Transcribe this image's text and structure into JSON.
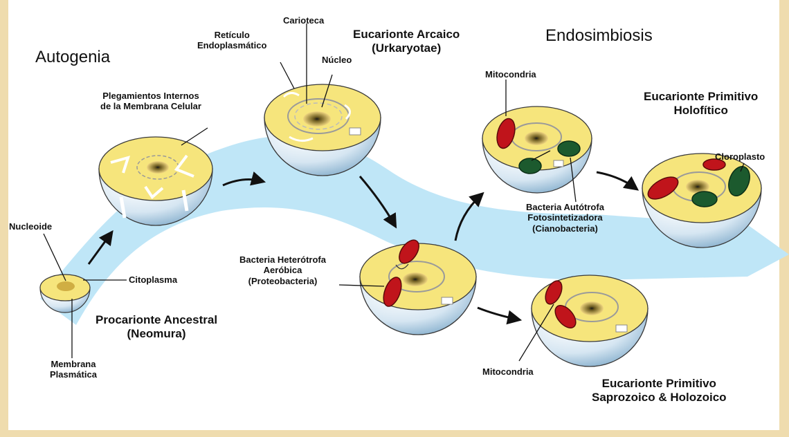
{
  "headings": {
    "autogenia": "Autogenia",
    "endosimbiosis": "Endosimbiosis"
  },
  "labels": {
    "reticulo": [
      "Retículo",
      "Endoplasmático"
    ],
    "carioteca": "Carioteca",
    "nucleo": "Núcleo",
    "eucarionte_arcaico": [
      "Eucarionte Arcaico",
      "(Urkaryotae)"
    ],
    "plegamientos": [
      "Plegamientos Internos",
      "de la Membrana Celular"
    ],
    "nucleoide": "Nucleoide",
    "citoplasma": "Citoplasma",
    "membrana_plasmatica": [
      "Membrana",
      "Plasmática"
    ],
    "procarionte": [
      "Procarionte Ancestral",
      "(Neomura)"
    ],
    "bacteria_heterotrofa": [
      "Bacteria Heterótrofa",
      "Aeróbica",
      "(Proteobacteria)"
    ],
    "mitocondria_top": "Mitocondria",
    "mitocondria_bottom": "Mitocondria",
    "bacteria_autotrofa": [
      "Bacteria Autótrofa",
      "Fotosintetizadora",
      "(Cianobacteria)"
    ],
    "eucarionte_holofitico": [
      "Eucarionte Primitivo",
      "Holofítico"
    ],
    "cloroplasto": "Cloroplasto",
    "eucarionte_saprozoico": [
      "Eucarionte Primitivo",
      "Saprozoico & Holozoico"
    ]
  },
  "colors": {
    "background": "#efdcae",
    "band": "#bfe6f7",
    "cytoplasm": "#f6e57c",
    "mitochondria": "#c0141b",
    "chloroplast": "#1c5a2e"
  }
}
